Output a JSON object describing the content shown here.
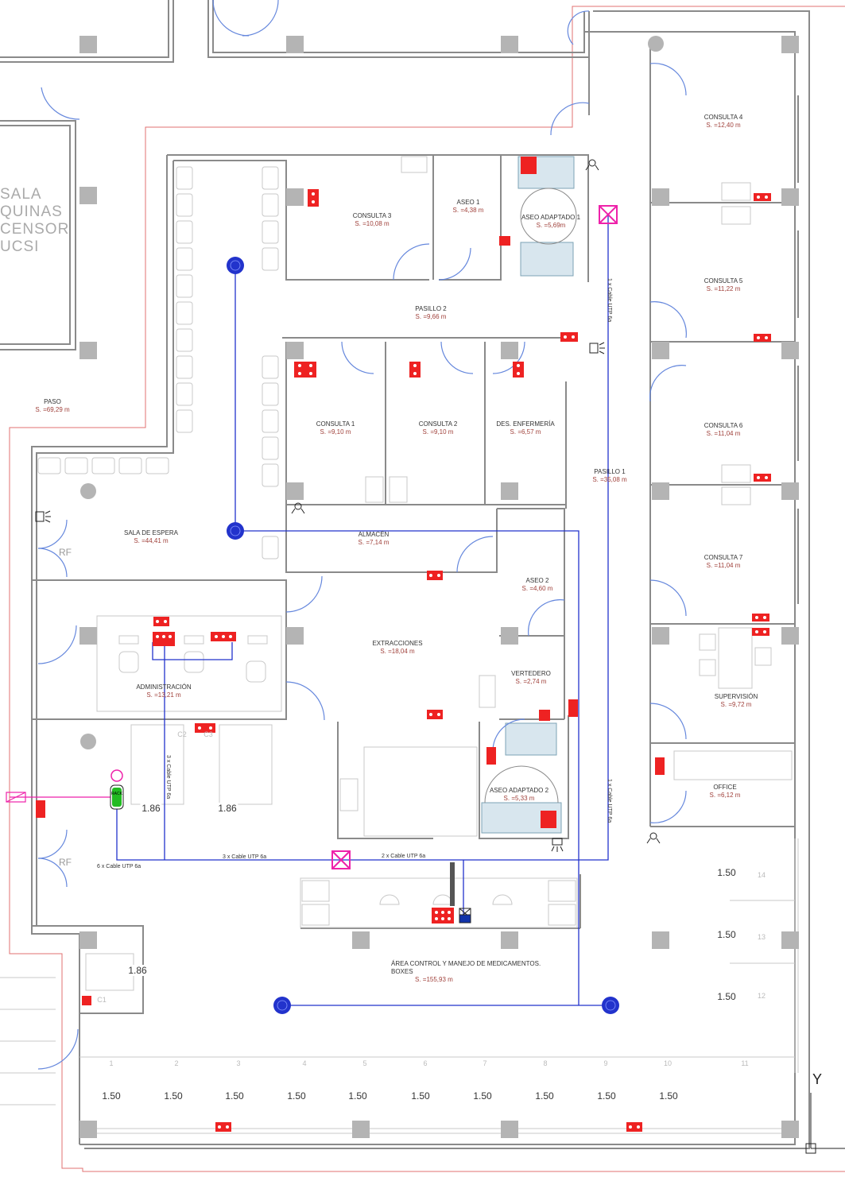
{
  "rooms": [
    {
      "name": "CONSULTA 4",
      "area": "S. =12,40 m"
    },
    {
      "name": "CONSULTA 5",
      "area": "S. =11,22 m"
    },
    {
      "name": "CONSULTA 6",
      "area": "S. =11,04 m"
    },
    {
      "name": "CONSULTA 7",
      "area": "S. =11,04 m"
    },
    {
      "name": "SUPERVISIÓN",
      "area": "S. =9,72 m"
    },
    {
      "name": "OFFICE",
      "area": "S. =6,12 m"
    },
    {
      "name": "CONSULTA 3",
      "area": "S. =10,08 m"
    },
    {
      "name": "ASEO 1",
      "area": "S. =4,38 m"
    },
    {
      "name": "ASEO ADAPTADO 1",
      "area": "S. =5,69m"
    },
    {
      "name": "PASILLO 2",
      "area": "S. =9,66 m"
    },
    {
      "name": "CONSULTA 1",
      "area": "S. =9,10 m"
    },
    {
      "name": "CONSULTA 2",
      "area": "S. =9,10 m"
    },
    {
      "name": "DES. ENFERMERÍA",
      "area": "S. =6,57 m"
    },
    {
      "name": "PASILLO 1",
      "area": "S. =35,08 m"
    },
    {
      "name": "PASO",
      "area": "S. =69,29 m"
    },
    {
      "name": "SALA DE ESPERA",
      "area": "S. =44,41 m"
    },
    {
      "name": "ALMACÉN",
      "area": "S. =7,14 m"
    },
    {
      "name": "ASEO 2",
      "area": "S. =4,60 m"
    },
    {
      "name": "EXTRACCIONES",
      "area": "S. =18,04 m"
    },
    {
      "name": "VERTEDERO",
      "area": "S. =2,74 m"
    },
    {
      "name": "ADMINISTRACIÓN",
      "area": "S. =13,21 m"
    },
    {
      "name": "ASEO ADAPTADO 2",
      "area": "S. =5,33 m"
    },
    {
      "name": "ÁREA CONTROL Y MANEJO DE MEDICAMENTOS. BOXES",
      "area": "S. =155,93 m"
    }
  ],
  "machine_room": [
    "SALA",
    "QUINAS",
    "CENSOR",
    "UCSI"
  ],
  "cable_labels": [
    "1 x Cable UTP 6a",
    "3 x Cable UTP 6a",
    "3 x Cable UTP 6a",
    "2 x Cable UTP 6a",
    "6 x Cable UTP 6a",
    "1 x Cable UTP 6a"
  ],
  "door_labels": [
    "RF",
    "RF"
  ],
  "bed_labels": [
    "C2",
    "C3",
    "C1"
  ],
  "rack_label": "RACK",
  "dimensions": {
    "beds": [
      "1.86",
      "1.86",
      "1.86"
    ],
    "boxes_vertical": [
      "1.50",
      "1.50",
      "1.50"
    ],
    "boxes_horizontal": [
      "1.50",
      "1.50",
      "1.50",
      "1.50",
      "1.50",
      "1.50",
      "1.50",
      "1.50",
      "1.50",
      "1.50"
    ]
  },
  "box_numbers": [
    "1",
    "2",
    "3",
    "4",
    "5",
    "6",
    "7",
    "8",
    "9",
    "10",
    "11",
    "12",
    "13",
    "14"
  ],
  "axis_label": "Y",
  "colors": {
    "walls": "#888888",
    "doors": "#6688dd",
    "boundary": "#dd6666",
    "network": "#2233cc",
    "outlet": "#ee2222",
    "switch": "#ee22aa",
    "rack": "#22bb22",
    "area_text": "#a0413b"
  }
}
